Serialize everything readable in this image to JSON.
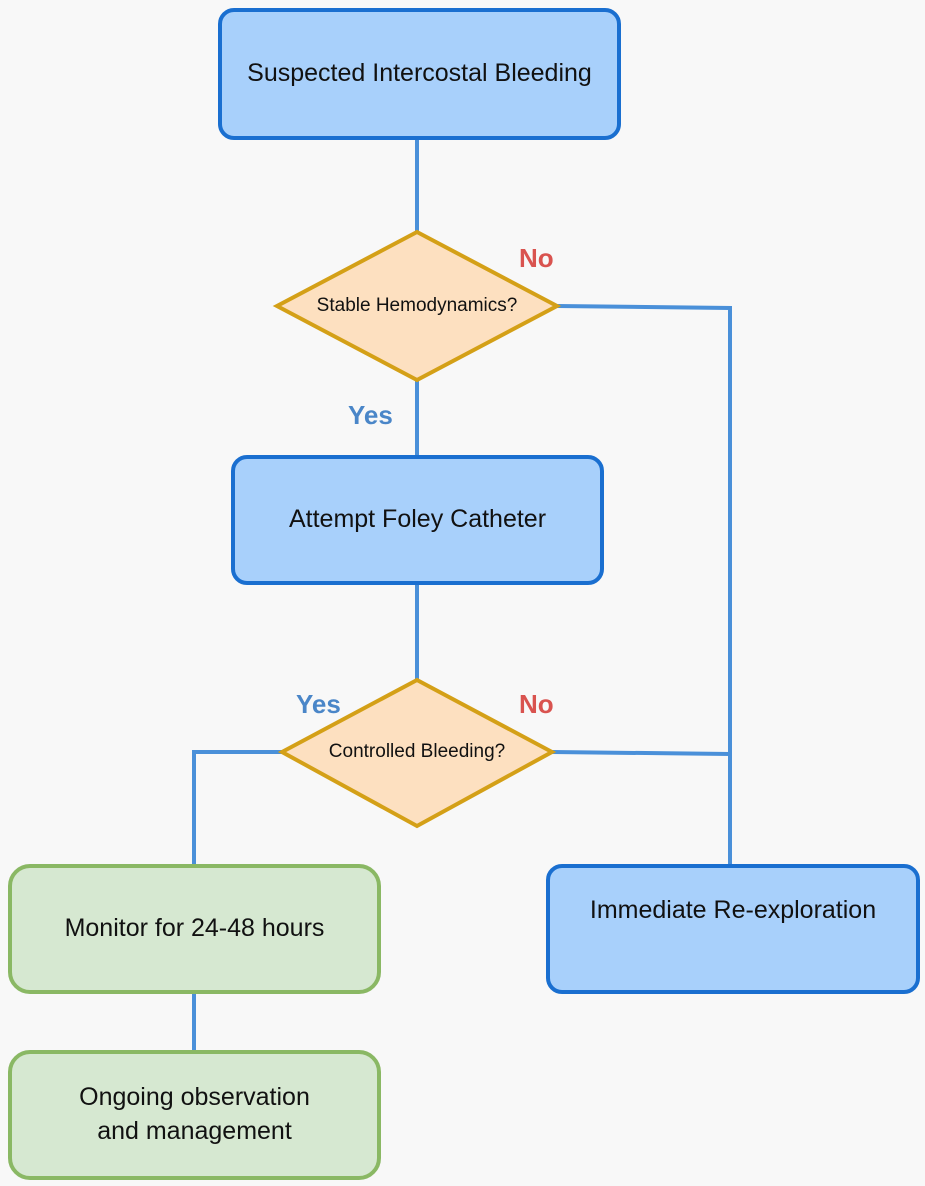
{
  "nodes": {
    "start": "Suspected Intercostal Bleeding",
    "decision_hemo": "Stable Hemodynamics?",
    "foley": "Attempt Foley Catheter",
    "decision_bleeding": "Controlled Bleeding?",
    "monitor": "Monitor for 24-48 hours",
    "reexplore": "Immediate Re-exploration",
    "ongoing": [
      "Ongoing observation",
      "and management"
    ]
  },
  "edge_labels": {
    "hemo_no": "No",
    "hemo_yes": "Yes",
    "bleeding_yes": "Yes",
    "bleeding_no": "No"
  },
  "colors": {
    "process_fill": "#a8d0fb",
    "process_border": "#1a6fd0",
    "decision_fill": "#fde0c0",
    "decision_border": "#d4a017",
    "terminal_fill": "#d6e8d1",
    "terminal_border": "#8ab864",
    "connector": "#4a90d9",
    "yes_label": "#4a86c8",
    "no_label": "#d9534f"
  }
}
